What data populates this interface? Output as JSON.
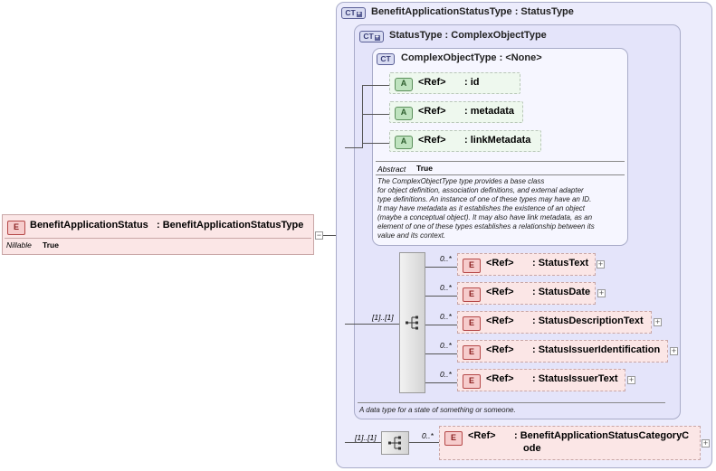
{
  "root": {
    "badge": "E",
    "name": "BenefitApplicationStatus",
    "type": ": BenefitApplicationStatusType",
    "nillable_label": "Nillable",
    "nillable_value": "True"
  },
  "outer_type": {
    "badge": "CT",
    "title": "BenefitApplicationStatusType : StatusType"
  },
  "status_type": {
    "badge": "CT",
    "title": "StatusType : ComplexObjectType",
    "documentation": "A data type for a state of something or someone."
  },
  "complex_object_type": {
    "badge": "CT",
    "title": "ComplexObjectType : <None>",
    "attributes": [
      {
        "badge": "A",
        "ref": "<Ref>",
        "name": ": id"
      },
      {
        "badge": "A",
        "ref": "<Ref>",
        "name": ": metadata"
      },
      {
        "badge": "A",
        "ref": "<Ref>",
        "name": ": linkMetadata"
      }
    ],
    "abstract_label": "Abstract",
    "abstract_value": "True",
    "documentation": [
      "The ComplexObjectType type provides a base class",
      "for object definition, association definitions, and external adapter",
      "type definitions. An instance of one of these types may have an ID.",
      "It may have metadata as it establishes the existence of an object",
      "(maybe a conceptual object). It may also have link metadata, as an",
      "element of one of these types establishes a relationship between its",
      "value and its context."
    ]
  },
  "sequence_cardinality": "[1]..[1]",
  "status_elements": [
    {
      "cardinality": "0..*",
      "badge": "E",
      "ref": "<Ref>",
      "name": ": StatusText"
    },
    {
      "cardinality": "0..*",
      "badge": "E",
      "ref": "<Ref>",
      "name": ": StatusDate"
    },
    {
      "cardinality": "0..*",
      "badge": "E",
      "ref": "<Ref>",
      "name": ": StatusDescriptionText"
    },
    {
      "cardinality": "0..*",
      "badge": "E",
      "ref": "<Ref>",
      "name": ": StatusIssuerIdentification"
    },
    {
      "cardinality": "0..*",
      "badge": "E",
      "ref": "<Ref>",
      "name": ": StatusIssuerText"
    }
  ],
  "outer_sequence_cardinality": "[1]..[1]",
  "category_element": {
    "cardinality": "0..*",
    "badge": "E",
    "ref": "<Ref>",
    "name_line1": ": BenefitApplicationStatusCategoryC",
    "name_line2": "ode"
  },
  "colors": {
    "type_bg": "#ececfc",
    "element_bg": "#fbe6e6",
    "attribute_bg": "#eef8ee"
  }
}
